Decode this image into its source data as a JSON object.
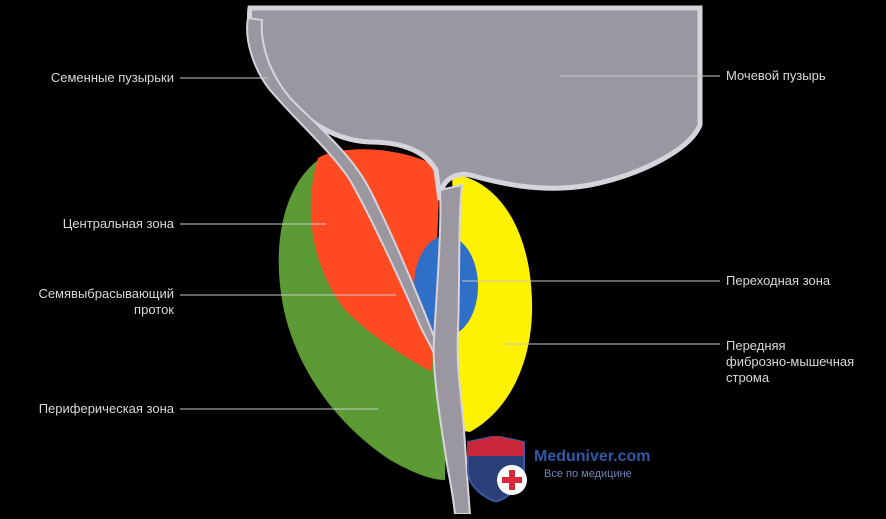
{
  "labels": {
    "seminal_vesicles": "Семенные пузырьки",
    "bladder": "Мочевой пузырь",
    "central_zone": "Центральная зона",
    "ejaculatory_duct_line1": "Семявыбрасывающий",
    "ejaculatory_duct_line2": "проток",
    "transition_zone": "Переходная зона",
    "anterior_stroma_line1": "Передняя",
    "anterior_stroma_line2": "фиброзно-мышечная",
    "anterior_stroma_line3": "строма",
    "peripheral_zone": "Периферическая зона"
  },
  "watermark": {
    "title": "Meduniver.com",
    "subtitle": "Все по медицине"
  },
  "colors": {
    "background": "#000000",
    "bladder": "#9a97a0",
    "bladder_outline": "#d6d4da",
    "central_zone": "#ff4a22",
    "peripheral_zone": "#5c9a35",
    "anterior_stroma": "#fff200",
    "transition_zone": "#2f6fc8",
    "urethra": "#9a97a0",
    "label_text": "#d9d9d9",
    "leader_line": "#c8c8c8"
  }
}
